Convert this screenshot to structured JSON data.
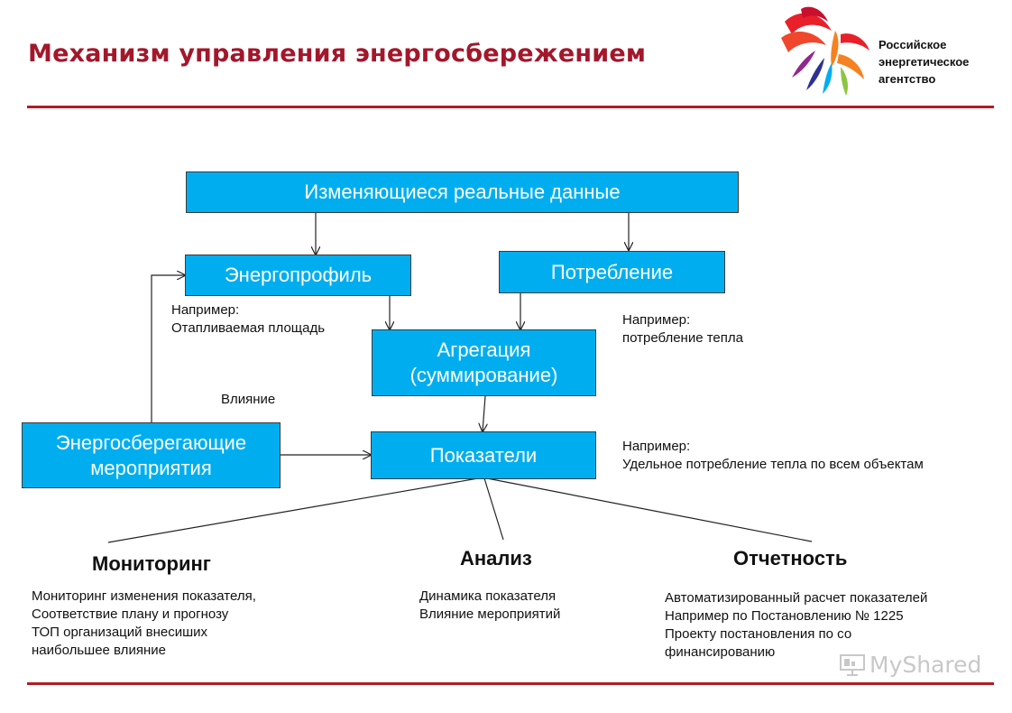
{
  "header": {
    "title": "Механизм управления энергосбережением",
    "org_lines": [
      "Российское",
      "энергетическое",
      "агентство"
    ]
  },
  "diagram": {
    "boxes": {
      "real_data": "Изменяющиеся реальные данные",
      "energy_profile": "Энергопрофиль",
      "consumption": "Потребление",
      "aggregation_line1": "Агрегация",
      "aggregation_line2": "(суммирование)",
      "indicators": "Показатели",
      "measures_line1": "Энергосберегающие",
      "measures_line2": "мероприятия"
    },
    "notes": {
      "profile_example": [
        "Например:",
        "Отапливаемая площадь"
      ],
      "consumption_example": [
        "Например:",
        "потребление тепла"
      ],
      "influence": "Влияние",
      "indicator_example": [
        "Например:",
        "Удельное потребление тепла по всем объектам"
      ]
    },
    "outputs": {
      "monitoring": {
        "title": "Мониторинг",
        "lines": [
          "Мониторинг изменения показателя,",
          "Соответствие плану и прогнозу",
          "ТОП организаций внесиших",
          "наибольшее влияние"
        ]
      },
      "analysis": {
        "title": "Анализ",
        "lines": [
          "Динамика показателя",
          "Влияние мероприятий"
        ]
      },
      "reporting": {
        "title": "Отчетность",
        "lines": [
          "Автоматизированный расчет показателей",
          "Например по Постановлению № 1225",
          "Проекту постановления по со",
          "финансированию"
        ]
      }
    }
  },
  "watermark": {
    "text": "MyShared",
    "icon": "presentation-icon"
  },
  "colors": {
    "box_fill": "#00aeef",
    "title": "#a3172b",
    "rule": "#b01e24"
  }
}
